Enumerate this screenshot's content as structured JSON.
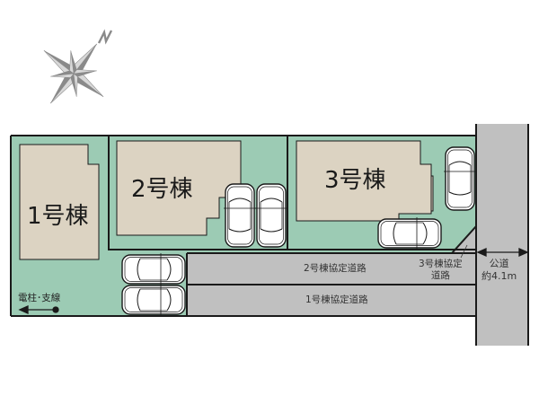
{
  "compass": {
    "north_label": "N",
    "icon": "compass-rose-icon"
  },
  "colors": {
    "lot_green": "#9ccbb4",
    "building_beige": "#dcd3c2",
    "road_gray": "#c0c0c0",
    "line_black": "#1a1a1a",
    "compass_gray": "#8a8a8a"
  },
  "buildings": [
    {
      "id": 1,
      "label": "1号棟"
    },
    {
      "id": 2,
      "label": "2号棟"
    },
    {
      "id": 3,
      "label": "3号棟"
    }
  ],
  "roads": {
    "road2": {
      "label": "2号棟協定道路"
    },
    "road1": {
      "label": "1号棟協定道路"
    },
    "road3": {
      "label_line1": "3号棟協定",
      "label_line2": "道路"
    },
    "public": {
      "label_line1": "公道",
      "label_line2": "約4.1m"
    }
  },
  "utility_pole": {
    "label": "電柱･支線"
  },
  "parking": {
    "lot1_cars": 2,
    "lot2_cars": 2,
    "lot3_cars": 2
  }
}
